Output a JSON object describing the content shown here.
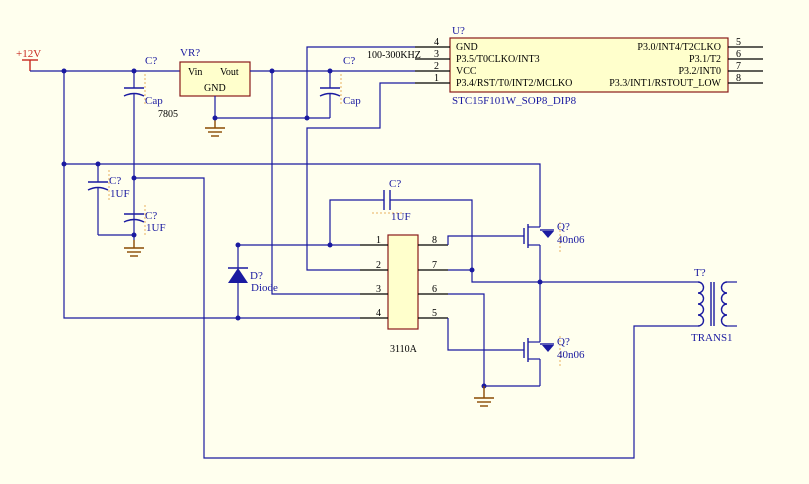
{
  "power": {
    "label": "+12V"
  },
  "regulator": {
    "designator": "VR?",
    "vin": "Vin",
    "vout": "Vout",
    "gnd": "GND",
    "part": "7805"
  },
  "mcu": {
    "designator": "U?",
    "part": "STC15F101W_SOP8_DIP8",
    "freq_note": "100-300KHZ",
    "left_pins": [
      {
        "num": "4",
        "name": "GND"
      },
      {
        "num": "3",
        "name": "P3.5/T0CLKO/INT3"
      },
      {
        "num": "2",
        "name": "VCC"
      },
      {
        "num": "1",
        "name": "P3.4/RST/T0/INT2/MCLKO"
      }
    ],
    "right_pins": [
      {
        "num": "5",
        "name": "P3.0/INT4/T2CLKO"
      },
      {
        "num": "6",
        "name": "P3.1/T2"
      },
      {
        "num": "7",
        "name": "P3.2/INT0"
      },
      {
        "num": "8",
        "name": "P3.3/INT1/RSTOUT_LOW"
      }
    ]
  },
  "caps": [
    {
      "designator": "C?",
      "value": "Cap"
    },
    {
      "designator": "C?",
      "value": "Cap"
    },
    {
      "designator": "C?",
      "value": "1UF"
    },
    {
      "designator": "C?",
      "value": "1UF"
    },
    {
      "designator": "C?",
      "value": "1UF"
    }
  ],
  "diode": {
    "designator": "D?",
    "value": "Diode"
  },
  "driver": {
    "part": "3110A",
    "left_pins": [
      "1",
      "2",
      "3",
      "4"
    ],
    "right_pins": [
      "8",
      "7",
      "6",
      "5"
    ]
  },
  "mosfets": [
    {
      "designator": "Q?",
      "value": "40n06"
    },
    {
      "designator": "Q?",
      "value": "40n06"
    }
  ],
  "transformer": {
    "designator": "T?",
    "value": "TRANS1"
  }
}
